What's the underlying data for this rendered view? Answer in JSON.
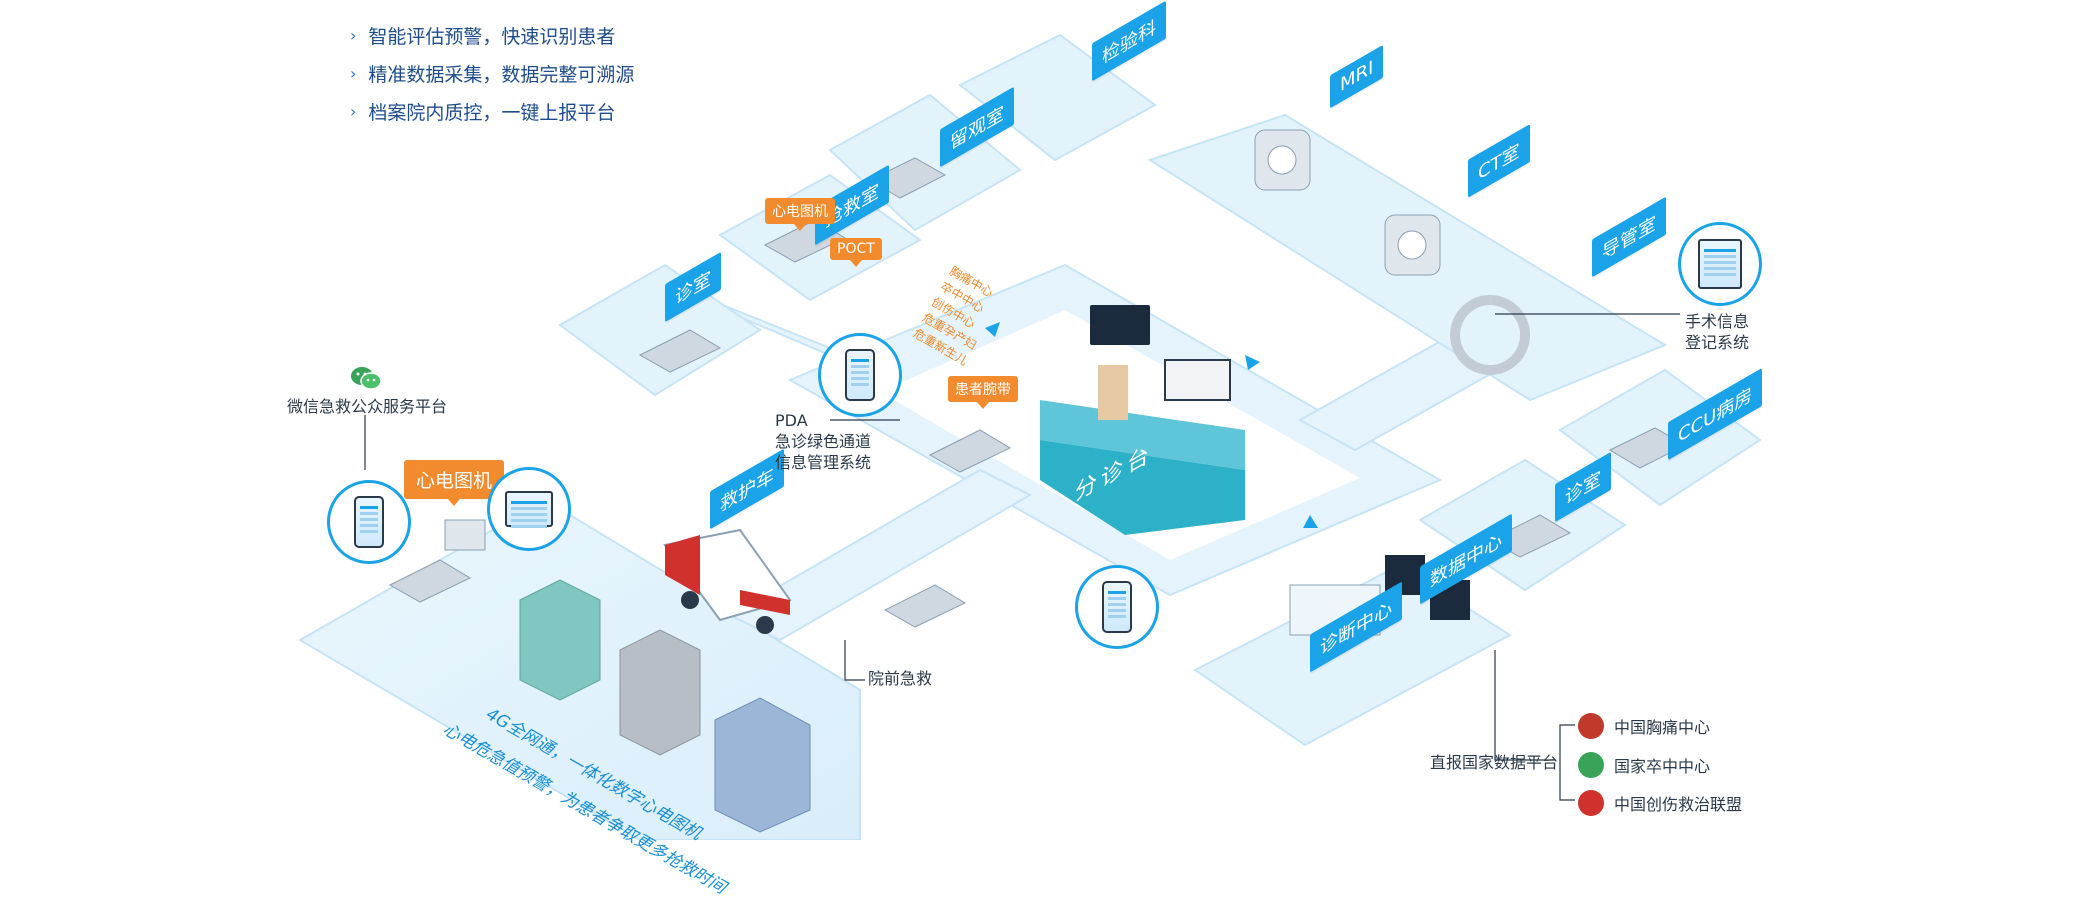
{
  "bullets": [
    "智能评估预警，快速识别患者",
    "精准数据采集，数据完整可溯源",
    "档案院内质控，一键上报平台"
  ],
  "rooms": {
    "lab": "检验科",
    "observation": "留观室",
    "rescue": "抢救室",
    "consult1": "诊室",
    "mri": "MRI",
    "ct": "CT室",
    "cath": "导管室",
    "ccu": "CCU病房",
    "consult2": "诊室",
    "datacenter": "数据中心",
    "diagcenter": "诊断中心",
    "ambulance": "救护车"
  },
  "tags": {
    "ecg_small": "心电图机",
    "poct": "POCT",
    "wristband": "患者腕带",
    "ecg_big": "心电图机"
  },
  "triage_desk": "分诊台",
  "centers_list": [
    "胸痛中心",
    "卒中中心",
    "创伤中心",
    "危重孕产妇",
    "危重新生儿"
  ],
  "callouts": {
    "wechat": "微信急救公众服务平台",
    "pda_line1": "PDA",
    "pda_line2": "急诊绿色通道",
    "pda_line3": "信息管理系统",
    "surgery_line1": "手术信息",
    "surgery_line2": "登记系统",
    "prehospital": "院前急救",
    "national": "直报国家数据平台"
  },
  "bottom_text": {
    "line1": "4G全网通，一体化数字心电图机",
    "line2": "心电危急值预警，为患者争取更多抢救时间"
  },
  "orgs": [
    {
      "name": "中国胸痛中心",
      "color": "#c0392b"
    },
    {
      "name": "国家卒中中心",
      "color": "#3aa35a"
    },
    {
      "name": "中国创伤救治联盟",
      "color": "#d0312d"
    }
  ],
  "colors": {
    "accent": "#1aa3e8",
    "floor": "#e3f3fc",
    "floor_edge": "#c6e4f5",
    "orange": "#f28a2e",
    "text_blue": "#1f4d8c"
  },
  "icons": [
    "chevron-right-icon",
    "wechat-icon",
    "phone-icon",
    "monitor-icon",
    "ecg-machine-icon",
    "hospital-building-icon",
    "ambulance-icon",
    "bed-icon"
  ]
}
